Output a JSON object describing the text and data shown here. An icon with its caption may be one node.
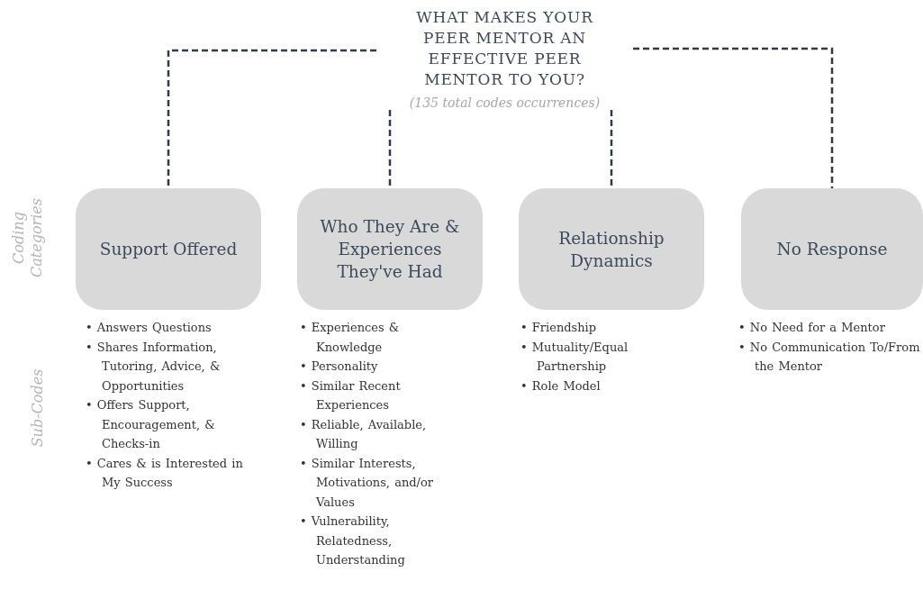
{
  "diagram": {
    "nodes": [
      {
        "text": [
          "WHAT MAKES YOUR PEER MENTOR AN EFFECTIVE PEER MENTOR TO YOU?",
          "(135 total codes occurrences)"
        ]
      },
      {
        "text": [
          "Support Offered"
        ],
        "beside": [
          "• Answers Questions",
          "• Shares Information, Tutoring, Advice, & Opportunities",
          "• Offers Support, Encouragement, & Checks-in",
          "• Cares & is Interested in My Success"
        ]
      },
      {
        "text": [
          "Who They Are & Experiences They've Had"
        ],
        "beside": [
          "• Experiences & Knowledge",
          "• Personality",
          "• Similar Recent Experiences",
          "• Reliable, Available, Willing",
          "• Similar Interests, Motivations, and/or Values",
          "• Vulnerability, Relatedness, Understanding"
        ]
      },
      {
        "text": [
          "Relationship Dynamics"
        ],
        "beside": [
          "• Friendship",
          "• Mutuality/Equal Partnership",
          "• Role Model"
        ]
      },
      {
        "text": [
          "No Response"
        ],
        "beside": [
          "• No Need for a Mentor",
          "• No Communication To/From the Mentor"
        ]
      }
    ],
    "edges": [
      {
        "from": 0,
        "to": 1,
        "arrow": "none",
        "style": "dashed"
      },
      {
        "from": 0,
        "to": 2,
        "arrow": "none",
        "style": "dashed"
      },
      {
        "from": 0,
        "to": 3,
        "arrow": "none",
        "style": "dashed"
      },
      {
        "from": 0,
        "to": 4,
        "arrow": "none",
        "style": "dashed"
      }
    ],
    "labels": [
      "Coding Categories",
      "Sub-Codes"
    ]
  }
}
